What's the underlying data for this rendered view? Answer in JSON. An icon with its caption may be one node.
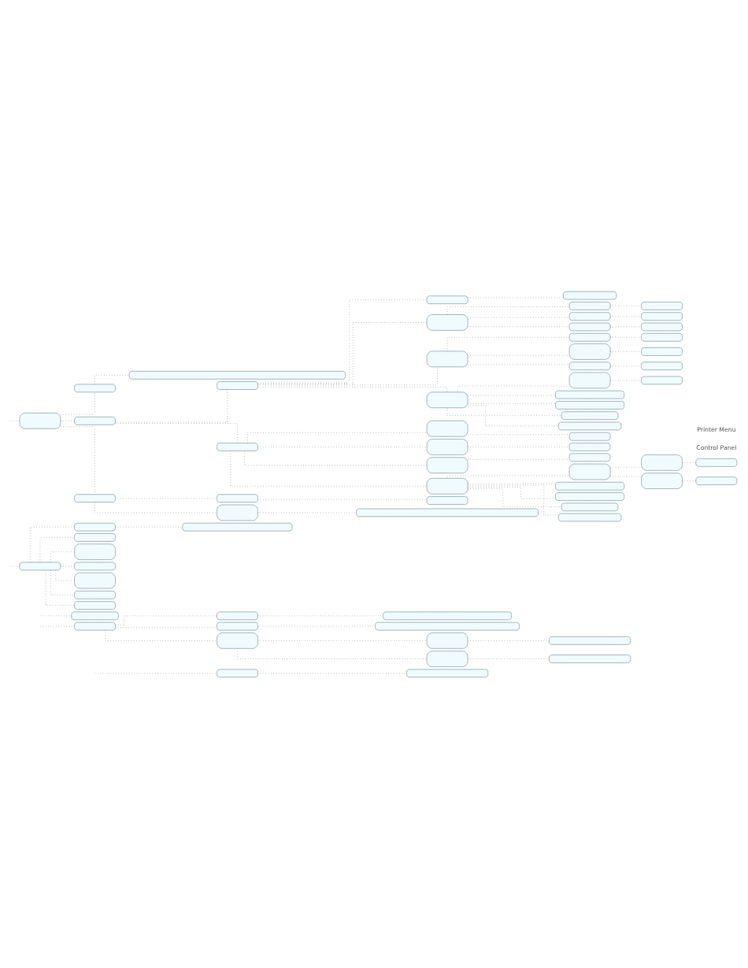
{
  "diagram": {
    "nodes": [
      {
        "text": [],
        "shape": "box"
      },
      {
        "text": [],
        "shape": "box"
      },
      {
        "text": [],
        "shape": "box"
      },
      {
        "text": [],
        "shape": "box"
      },
      {
        "text": [],
        "shape": "box"
      },
      {
        "text": [],
        "shape": "box"
      },
      {
        "text": [],
        "shape": "box"
      },
      {
        "text": [],
        "shape": "box"
      },
      {
        "text": [],
        "shape": "box"
      },
      {
        "text": [],
        "shape": "box"
      },
      {
        "text": [],
        "shape": "box"
      },
      {
        "text": [],
        "shape": "box"
      },
      {
        "text": [],
        "shape": "box"
      },
      {
        "text": [],
        "shape": "box"
      },
      {
        "text": [],
        "shape": "box"
      },
      {
        "text": [],
        "shape": "box"
      },
      {
        "text": [],
        "shape": "box"
      },
      {
        "text": [],
        "shape": "box"
      },
      {
        "text": [],
        "shape": "box"
      },
      {
        "text": [],
        "shape": "box"
      },
      {
        "text": [],
        "shape": "box"
      },
      {
        "text": [],
        "shape": "box"
      },
      {
        "text": [],
        "shape": "box"
      },
      {
        "text": [],
        "shape": "box"
      },
      {
        "text": [],
        "shape": "box"
      },
      {
        "text": [],
        "shape": "box"
      },
      {
        "text": [],
        "shape": "box"
      },
      {
        "text": [],
        "shape": "box"
      },
      {
        "text": [],
        "shape": "box"
      },
      {
        "text": [],
        "shape": "box"
      },
      {
        "text": [],
        "shape": "box"
      },
      {
        "text": [],
        "shape": "box"
      },
      {
        "text": [],
        "shape": "box"
      },
      {
        "text": [],
        "shape": "box"
      },
      {
        "text": [],
        "shape": "box"
      },
      {
        "text": [],
        "shape": "box"
      },
      {
        "text": [],
        "shape": "box"
      },
      {
        "text": [],
        "shape": "box"
      },
      {
        "text": [],
        "shape": "box"
      },
      {
        "text": [],
        "shape": "box"
      },
      {
        "text": [],
        "shape": "box"
      },
      {
        "text": [],
        "shape": "box"
      },
      {
        "text": [],
        "shape": "box"
      },
      {
        "text": [],
        "shape": "box"
      },
      {
        "text": [],
        "shape": "box"
      },
      {
        "text": [],
        "shape": "box"
      },
      {
        "text": [],
        "shape": "box"
      },
      {
        "text": [],
        "shape": "box"
      },
      {
        "text": [],
        "shape": "box"
      },
      {
        "text": [],
        "shape": "box"
      },
      {
        "text": [],
        "shape": "box"
      },
      {
        "text": [],
        "shape": "box"
      },
      {
        "text": [],
        "shape": "box"
      },
      {
        "text": [],
        "shape": "box"
      },
      {
        "text": [],
        "shape": "box"
      },
      {
        "text": [],
        "shape": "box"
      },
      {
        "text": [],
        "shape": "box"
      },
      {
        "text": [],
        "shape": "box"
      },
      {
        "text": [],
        "shape": "box"
      },
      {
        "text": [],
        "shape": "box"
      },
      {
        "text": [],
        "shape": "box"
      },
      {
        "text": [],
        "shape": "box"
      },
      {
        "text": [],
        "shape": "box"
      },
      {
        "text": [],
        "shape": "box"
      },
      {
        "text": [],
        "shape": "box"
      },
      {
        "text": [],
        "shape": "box"
      },
      {
        "text": [],
        "shape": "box"
      },
      {
        "text": [],
        "shape": "box"
      },
      {
        "text": [],
        "shape": "box"
      },
      {
        "text": [],
        "shape": "box"
      },
      {
        "text": [],
        "shape": "box"
      },
      {
        "text": [],
        "shape": "box"
      }
    ],
    "edges": [
      {
        "from": null,
        "to": 0,
        "arrow": "none"
      },
      {
        "from": 0,
        "to": 1,
        "arrow": "none"
      },
      {
        "from": null,
        "to": 2,
        "arrow": "none"
      },
      {
        "from": 2,
        "to": 3,
        "arrow": "none"
      },
      {
        "from": 3,
        "to": 4,
        "arrow": "none"
      },
      {
        "from": 2,
        "to": 5,
        "arrow": "none"
      },
      {
        "from": 5,
        "to": 6,
        "arrow": "none"
      },
      {
        "from": 2,
        "to": 7,
        "arrow": "none"
      },
      {
        "from": 7,
        "to": 8,
        "arrow": "none"
      },
      {
        "from": 8,
        "to": 9,
        "arrow": "none"
      },
      {
        "from": 7,
        "to": 10,
        "arrow": "none"
      },
      {
        "from": 10,
        "to": 11,
        "arrow": "none"
      },
      {
        "from": null,
        "to": 12,
        "arrow": "none"
      },
      {
        "from": null,
        "to": 13,
        "arrow": "none"
      },
      {
        "from": 13,
        "to": 14,
        "arrow": "none"
      },
      {
        "from": 14,
        "to": 15,
        "arrow": "none"
      },
      {
        "from": 13,
        "to": 16,
        "arrow": "none"
      },
      {
        "from": 13,
        "to": 17,
        "arrow": "none"
      },
      {
        "from": 13,
        "to": 18,
        "arrow": "none"
      },
      {
        "from": 13,
        "to": 19,
        "arrow": "none"
      },
      {
        "from": 13,
        "to": 20,
        "arrow": "none"
      },
      {
        "from": 13,
        "to": 21,
        "arrow": "none"
      },
      {
        "from": null,
        "to": 22,
        "arrow": "none"
      },
      {
        "from": 22,
        "to": 23,
        "arrow": "none"
      },
      {
        "from": 23,
        "to": 24,
        "arrow": "none"
      },
      {
        "from": 22,
        "to": 25,
        "arrow": "none"
      },
      {
        "from": 25,
        "to": 26,
        "arrow": "none"
      },
      {
        "from": 26,
        "to": 27,
        "arrow": "none"
      },
      {
        "from": 27,
        "to": 28,
        "arrow": "none"
      },
      {
        "from": 26,
        "to": 29,
        "arrow": "none"
      },
      {
        "from": 29,
        "to": 30,
        "arrow": "none"
      },
      {
        "from": 30,
        "to": 31,
        "arrow": "none"
      },
      {
        "from": 29,
        "to": 32,
        "arrow": "none"
      },
      {
        "from": 32,
        "to": 33,
        "arrow": "none"
      },
      {
        "from": 29,
        "to": 34,
        "arrow": "none"
      },
      {
        "from": 34,
        "to": 35,
        "arrow": "none"
      },
      {
        "from": 26,
        "to": 36,
        "arrow": "none"
      },
      {
        "from": 36,
        "to": 37,
        "arrow": "none"
      },
      {
        "from": 37,
        "to": 38,
        "arrow": "none"
      },
      {
        "from": 36,
        "to": 39,
        "arrow": "none"
      },
      {
        "from": 39,
        "to": 40,
        "arrow": "none"
      },
      {
        "from": 36,
        "to": 41,
        "arrow": "none"
      },
      {
        "from": 41,
        "to": 42,
        "arrow": "none"
      },
      {
        "from": 26,
        "to": 43,
        "arrow": "none"
      },
      {
        "from": 43,
        "to": 44,
        "arrow": "none"
      },
      {
        "from": 44,
        "to": 45,
        "arrow": "none"
      },
      {
        "from": 43,
        "to": 46,
        "arrow": "none"
      },
      {
        "from": 43,
        "to": 47,
        "arrow": "none"
      },
      {
        "from": 43,
        "to": 48,
        "arrow": "none"
      },
      {
        "from": 43,
        "to": 49,
        "arrow": "none"
      },
      {
        "from": 25,
        "to": 50,
        "arrow": "none"
      },
      {
        "from": 50,
        "to": 51,
        "arrow": "none"
      },
      {
        "from": 51,
        "to": 52,
        "arrow": "none"
      },
      {
        "from": 50,
        "to": 53,
        "arrow": "none"
      },
      {
        "from": 53,
        "to": 54,
        "arrow": "none"
      },
      {
        "from": 50,
        "to": 55,
        "arrow": "none"
      },
      {
        "from": 55,
        "to": 56,
        "arrow": "none"
      },
      {
        "from": 50,
        "to": 57,
        "arrow": "none"
      },
      {
        "from": 57,
        "to": 58,
        "arrow": "none"
      },
      {
        "from": 58,
        "to": 59,
        "arrow": "none"
      },
      {
        "from": 59,
        "to": 60,
        "arrow": "none"
      },
      {
        "from": 58,
        "to": 61,
        "arrow": "none"
      },
      {
        "from": 61,
        "to": 62,
        "arrow": "none"
      },
      {
        "from": 57,
        "to": 63,
        "arrow": "none"
      },
      {
        "from": 57,
        "to": 64,
        "arrow": "none"
      },
      {
        "from": 57,
        "to": 65,
        "arrow": "none"
      },
      {
        "from": 57,
        "to": 66,
        "arrow": "none"
      },
      {
        "from": 22,
        "to": 67,
        "arrow": "none"
      },
      {
        "from": 67,
        "to": 68,
        "arrow": "none"
      },
      {
        "from": 68,
        "to": 69,
        "arrow": "none"
      },
      {
        "from": 67,
        "to": 70,
        "arrow": "none"
      },
      {
        "from": 70,
        "to": 71,
        "arrow": "none"
      }
    ],
    "labels": [
      "Control Panel",
      "Printer Menu"
    ]
  }
}
